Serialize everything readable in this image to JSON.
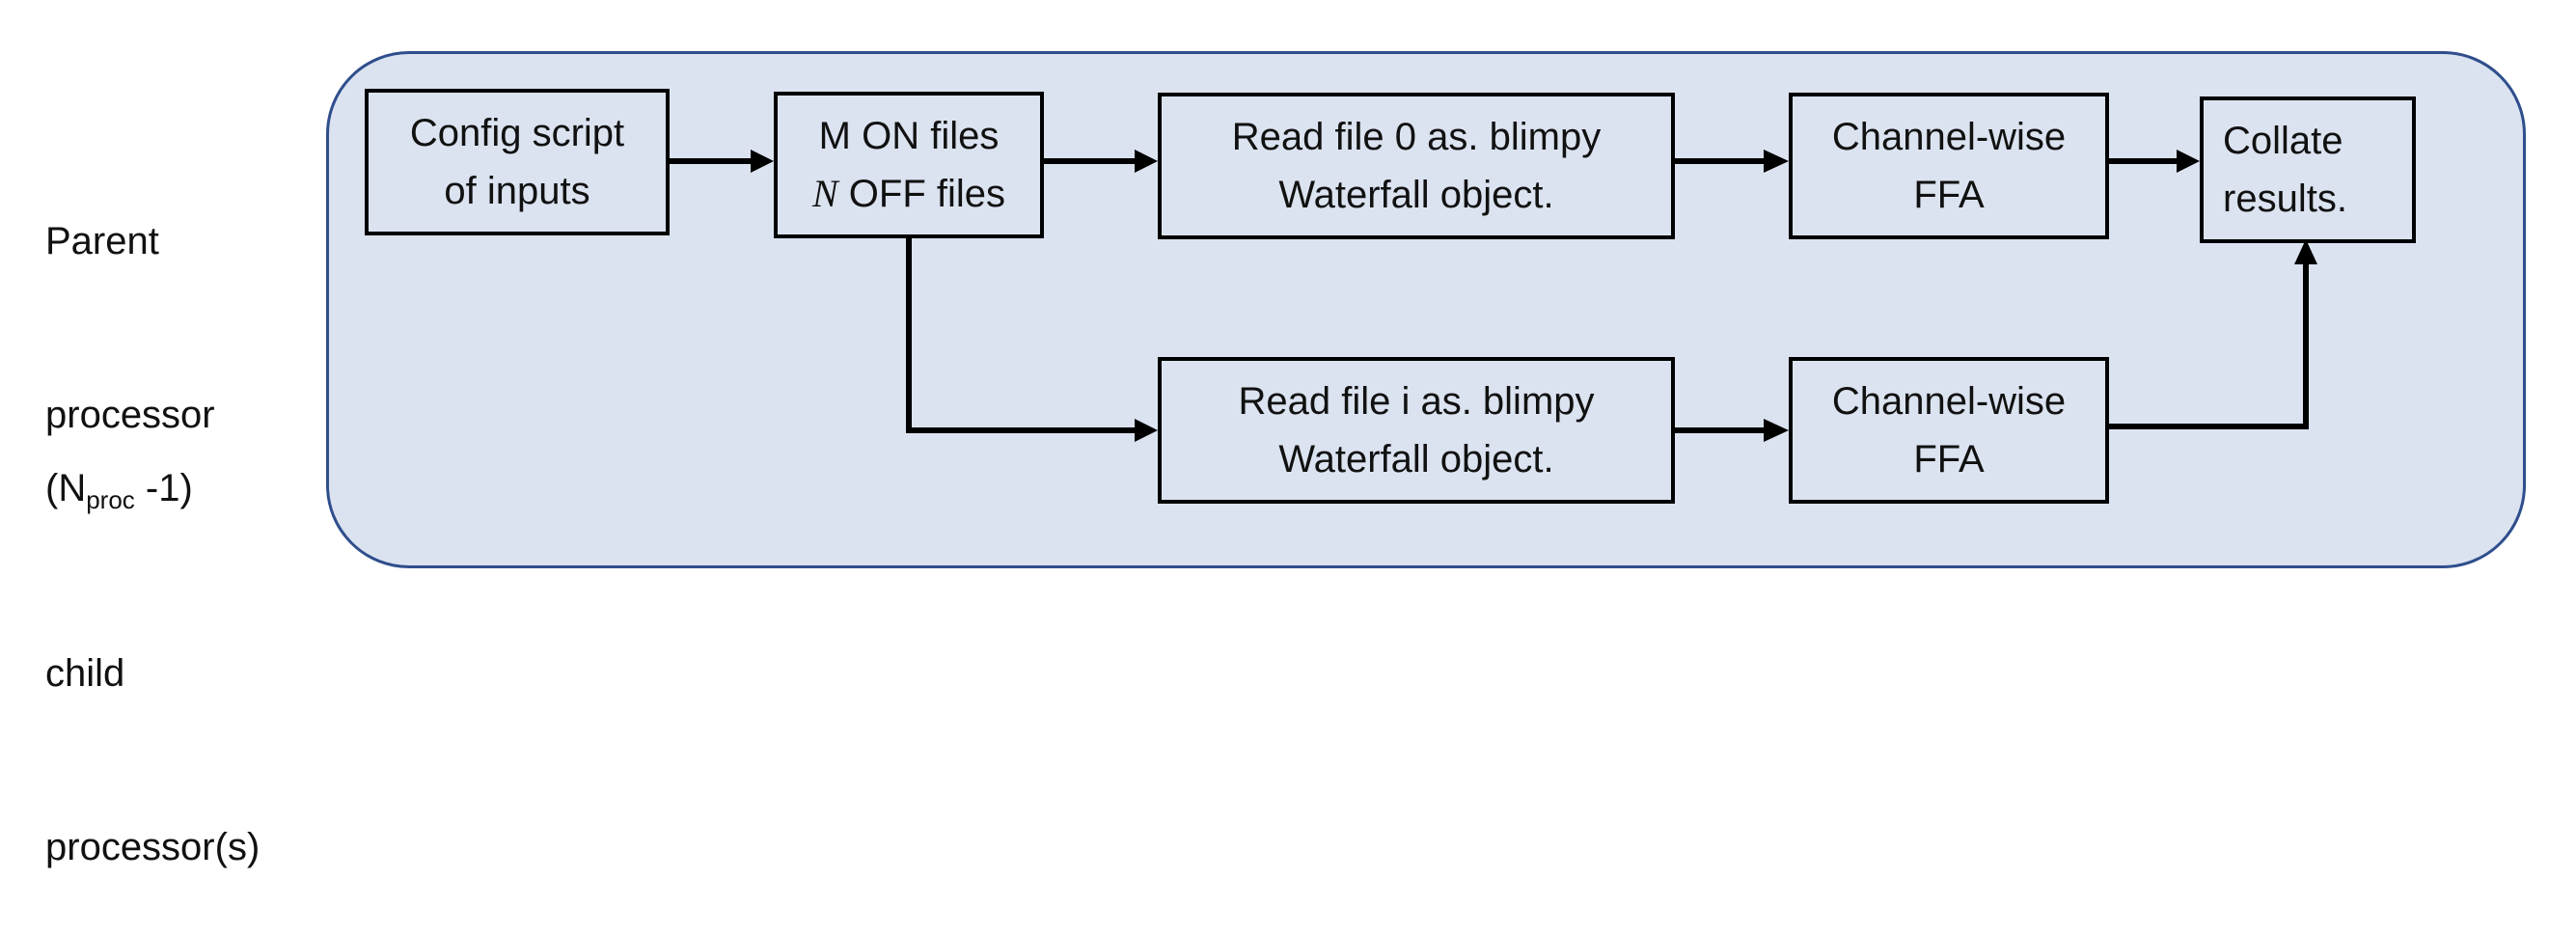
{
  "row_labels": {
    "parent": [
      "Parent",
      "processor"
    ],
    "child": {
      "line1_prefix": "(N",
      "line1_sub": "proc",
      "line1_suffix": " -1)",
      "line2": "child",
      "line3": "processor(s)"
    }
  },
  "boxes": {
    "config": [
      "Config script",
      "of inputs"
    ],
    "files": {
      "line1": "M ON files",
      "line2_var": "N",
      "line2_rest": " OFF files"
    },
    "read0": [
      "Read file 0 as. blimpy",
      "Waterfall object."
    ],
    "ffa_top": [
      "Channel-wise",
      "FFA"
    ],
    "collate": [
      "Collate",
      "results."
    ],
    "readi": [
      "Read file i as. blimpy",
      "Waterfall object."
    ],
    "ffa_bottom": [
      "Channel-wise",
      "FFA"
    ]
  },
  "colors": {
    "panel_fill": "#dbe3f0",
    "panel_border": "#2f4e8c",
    "box_border": "#000000",
    "arrow": "#000000"
  }
}
